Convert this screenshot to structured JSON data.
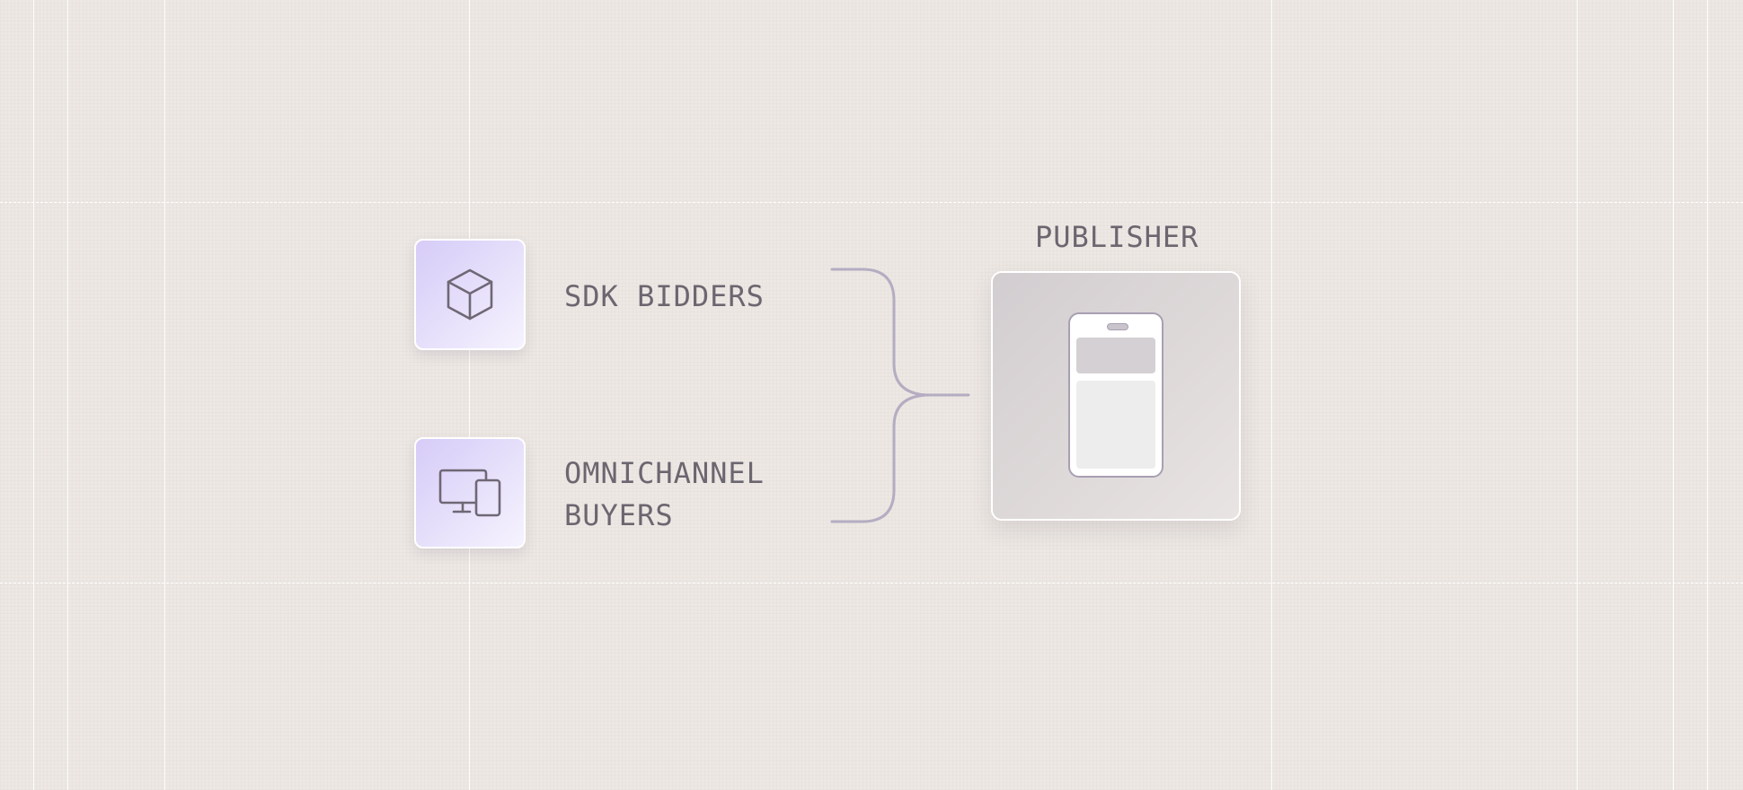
{
  "nodes": {
    "sdk_bidders": {
      "label": "SDK BIDDERS",
      "icon": "cube-icon"
    },
    "omnichannel_buyers": {
      "label_line1": "OMNICHANNEL",
      "label_line2": "BUYERS",
      "icon": "devices-icon"
    },
    "publisher": {
      "label": "PUBLISHER",
      "icon": "smartphone-icon"
    }
  },
  "colors": {
    "background": "#ede8e3",
    "tile_gradient_start": "#d6ccf8",
    "tile_gradient_end": "#f6f3fe",
    "connector": "#b4adc2",
    "text": "#6c6670",
    "icon_stroke": "#6f6875"
  }
}
